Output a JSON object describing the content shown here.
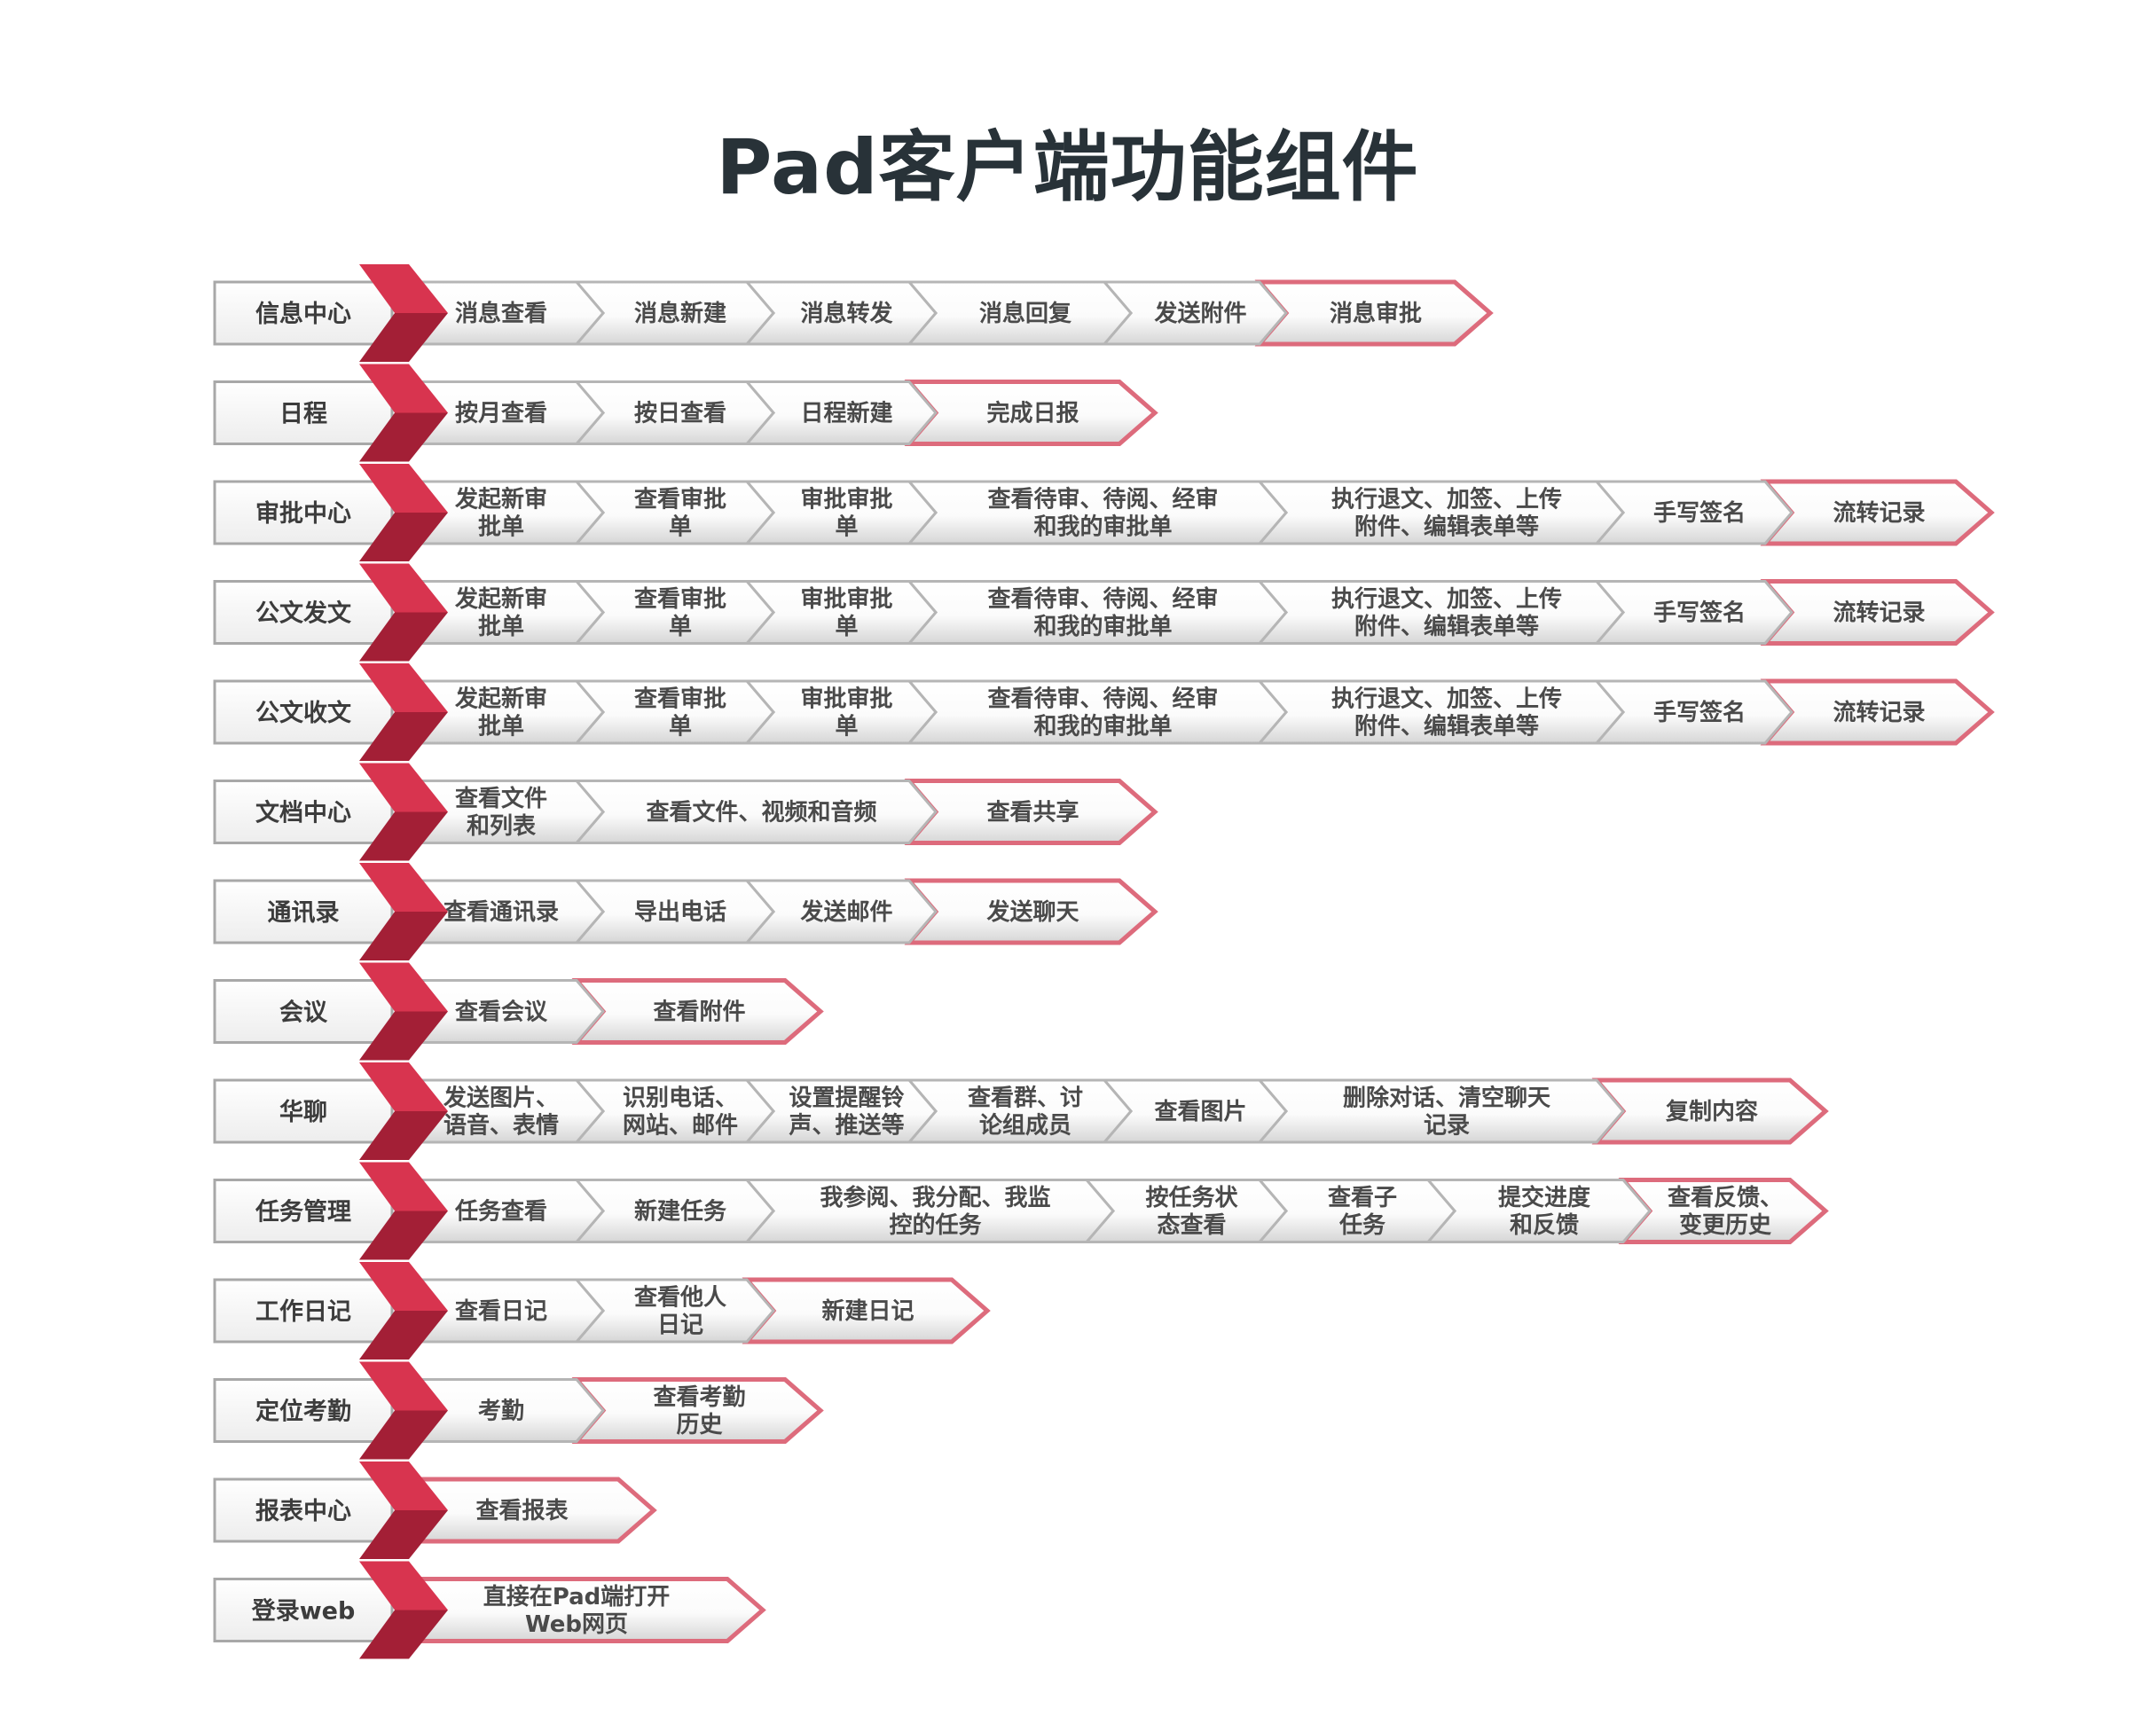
{
  "title": "Pad客户端功能组件",
  "colors": {
    "title": "#283238",
    "chevron_top": "#d8344f",
    "chevron_bottom": "#a31f36",
    "arrow_outline": "#dd6b7c",
    "panel_border": "#a8a8a8"
  },
  "rows": [
    {
      "label": "信息中心",
      "items": [
        {
          "lines": [
            "消息查看"
          ]
        },
        {
          "lines": [
            "消息新建"
          ]
        },
        {
          "lines": [
            "消息转发"
          ]
        },
        {
          "lines": [
            "消息回复"
          ]
        },
        {
          "lines": [
            "发送附件"
          ]
        },
        {
          "lines": [
            "消息审批"
          ]
        }
      ]
    },
    {
      "label": "日程",
      "items": [
        {
          "lines": [
            "按月查看"
          ]
        },
        {
          "lines": [
            "按日查看"
          ]
        },
        {
          "lines": [
            "日程新建"
          ]
        },
        {
          "lines": [
            "完成日报"
          ]
        }
      ]
    },
    {
      "label": "审批中心",
      "items": [
        {
          "lines": [
            "发起新审",
            "批单"
          ]
        },
        {
          "lines": [
            "查看审批",
            "单"
          ]
        },
        {
          "lines": [
            "审批审批",
            "单"
          ]
        },
        {
          "lines": [
            "查看待审、待阅、经审",
            "和我的审批单"
          ]
        },
        {
          "lines": [
            "执行退文、加签、上传",
            "附件、编辑表单等"
          ]
        },
        {
          "lines": [
            "手写签名"
          ]
        },
        {
          "lines": [
            "流转记录"
          ]
        }
      ]
    },
    {
      "label": "公文发文",
      "items": [
        {
          "lines": [
            "发起新审",
            "批单"
          ]
        },
        {
          "lines": [
            "查看审批",
            "单"
          ]
        },
        {
          "lines": [
            "审批审批",
            "单"
          ]
        },
        {
          "lines": [
            "查看待审、待阅、经审",
            "和我的审批单"
          ]
        },
        {
          "lines": [
            "执行退文、加签、上传",
            "附件、编辑表单等"
          ]
        },
        {
          "lines": [
            "手写签名"
          ]
        },
        {
          "lines": [
            "流转记录"
          ]
        }
      ]
    },
    {
      "label": "公文收文",
      "items": [
        {
          "lines": [
            "发起新审",
            "批单"
          ]
        },
        {
          "lines": [
            "查看审批",
            "单"
          ]
        },
        {
          "lines": [
            "审批审批",
            "单"
          ]
        },
        {
          "lines": [
            "查看待审、待阅、经审",
            "和我的审批单"
          ]
        },
        {
          "lines": [
            "执行退文、加签、上传",
            "附件、编辑表单等"
          ]
        },
        {
          "lines": [
            "手写签名"
          ]
        },
        {
          "lines": [
            "流转记录"
          ]
        }
      ]
    },
    {
      "label": "文档中心",
      "items": [
        {
          "lines": [
            "查看文件",
            "和列表"
          ]
        },
        {
          "lines": [
            "查看文件、视频和音频"
          ]
        },
        {
          "lines": [
            "查看共享"
          ]
        }
      ]
    },
    {
      "label": "通讯录",
      "items": [
        {
          "lines": [
            "查看通讯录"
          ]
        },
        {
          "lines": [
            "导出电话"
          ]
        },
        {
          "lines": [
            "发送邮件"
          ]
        },
        {
          "lines": [
            "发送聊天"
          ]
        }
      ]
    },
    {
      "label": "会议",
      "items": [
        {
          "lines": [
            "查看会议"
          ]
        },
        {
          "lines": [
            "查看附件"
          ]
        }
      ]
    },
    {
      "label": "华聊",
      "items": [
        {
          "lines": [
            "发送图片、",
            "语音、表情"
          ]
        },
        {
          "lines": [
            "识别电话、",
            "网站、邮件"
          ]
        },
        {
          "lines": [
            "设置提醒铃",
            "声、推送等"
          ]
        },
        {
          "lines": [
            "查看群、讨",
            "论组成员"
          ]
        },
        {
          "lines": [
            "查看图片"
          ]
        },
        {
          "lines": [
            "删除对话、清空聊天",
            "记录"
          ]
        },
        {
          "lines": [
            "复制内容"
          ]
        }
      ]
    },
    {
      "label": "任务管理",
      "items": [
        {
          "lines": [
            "任务查看"
          ]
        },
        {
          "lines": [
            "新建任务"
          ]
        },
        {
          "lines": [
            "我参阅、我分配、我监",
            "控的任务"
          ]
        },
        {
          "lines": [
            "按任务状",
            "态查看"
          ]
        },
        {
          "lines": [
            "查看子",
            "任务"
          ]
        },
        {
          "lines": [
            "提交进度",
            "和反馈"
          ]
        },
        {
          "lines": [
            "查看反馈、",
            "变更历史"
          ]
        }
      ]
    },
    {
      "label": "工作日记",
      "items": [
        {
          "lines": [
            "查看日记"
          ]
        },
        {
          "lines": [
            "查看他人",
            "日记"
          ]
        },
        {
          "lines": [
            "新建日记"
          ]
        }
      ]
    },
    {
      "label": "定位考勤",
      "items": [
        {
          "lines": [
            "考勤"
          ]
        },
        {
          "lines": [
            "查看考勤",
            "历史"
          ]
        }
      ]
    },
    {
      "label": "报表中心",
      "items": [
        {
          "lines": [
            "查看报表"
          ]
        }
      ]
    },
    {
      "label": "登录web",
      "items": [
        {
          "lines": [
            "直接在Pad端打开",
            "Web网页"
          ]
        }
      ]
    }
  ]
}
